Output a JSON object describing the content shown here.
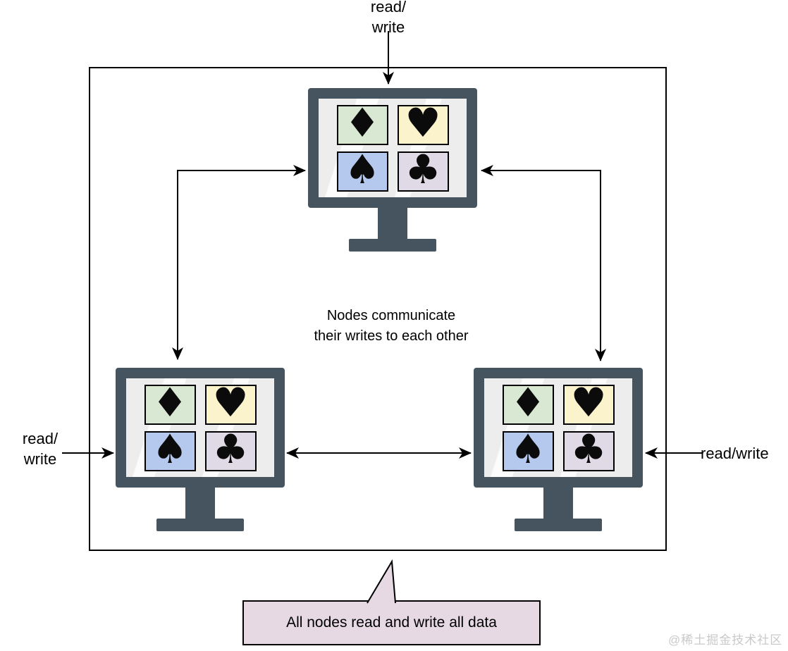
{
  "diagram": {
    "top_label": {
      "line1": "read/",
      "line2": "write"
    },
    "left_label": {
      "line1": "read/",
      "line2": "write"
    },
    "right_label": {
      "text": "read/write"
    },
    "caption": {
      "line1": "Nodes communicate",
      "line2": "their writes to each other"
    },
    "bubble": {
      "text": "All nodes read and write all data",
      "fill": "#e6d9e4",
      "border": "#000000"
    },
    "nodes": [
      {
        "name": "top-replica",
        "cards": [
          {
            "suit": "diamond",
            "glyph": "♦",
            "bg": "#d9e8d3"
          },
          {
            "suit": "heart",
            "glyph": "♥",
            "bg": "#faf3cb"
          },
          {
            "suit": "spade",
            "glyph": "♠",
            "bg": "#b5c8ee"
          },
          {
            "suit": "club",
            "glyph": "♣",
            "bg": "#e0d9e6"
          }
        ]
      },
      {
        "name": "left-replica",
        "cards": [
          {
            "suit": "diamond",
            "glyph": "♦",
            "bg": "#d9e8d3"
          },
          {
            "suit": "heart",
            "glyph": "♥",
            "bg": "#faf3cb"
          },
          {
            "suit": "spade",
            "glyph": "♠",
            "bg": "#b5c8ee"
          },
          {
            "suit": "club",
            "glyph": "♣",
            "bg": "#e0d9e6"
          }
        ]
      },
      {
        "name": "right-replica",
        "cards": [
          {
            "suit": "diamond",
            "glyph": "♦",
            "bg": "#d9e8d3"
          },
          {
            "suit": "heart",
            "glyph": "♥",
            "bg": "#faf3cb"
          },
          {
            "suit": "spade",
            "glyph": "♠",
            "bg": "#b5c8ee"
          },
          {
            "suit": "club",
            "glyph": "♣",
            "bg": "#e0d9e6"
          }
        ]
      }
    ],
    "colors": {
      "monitor_frame": "#46545f",
      "monitor_screen": "#ededee",
      "arrow": "#000000",
      "box_border": "#000000"
    },
    "watermark": "@稀土掘金技术社区"
  }
}
